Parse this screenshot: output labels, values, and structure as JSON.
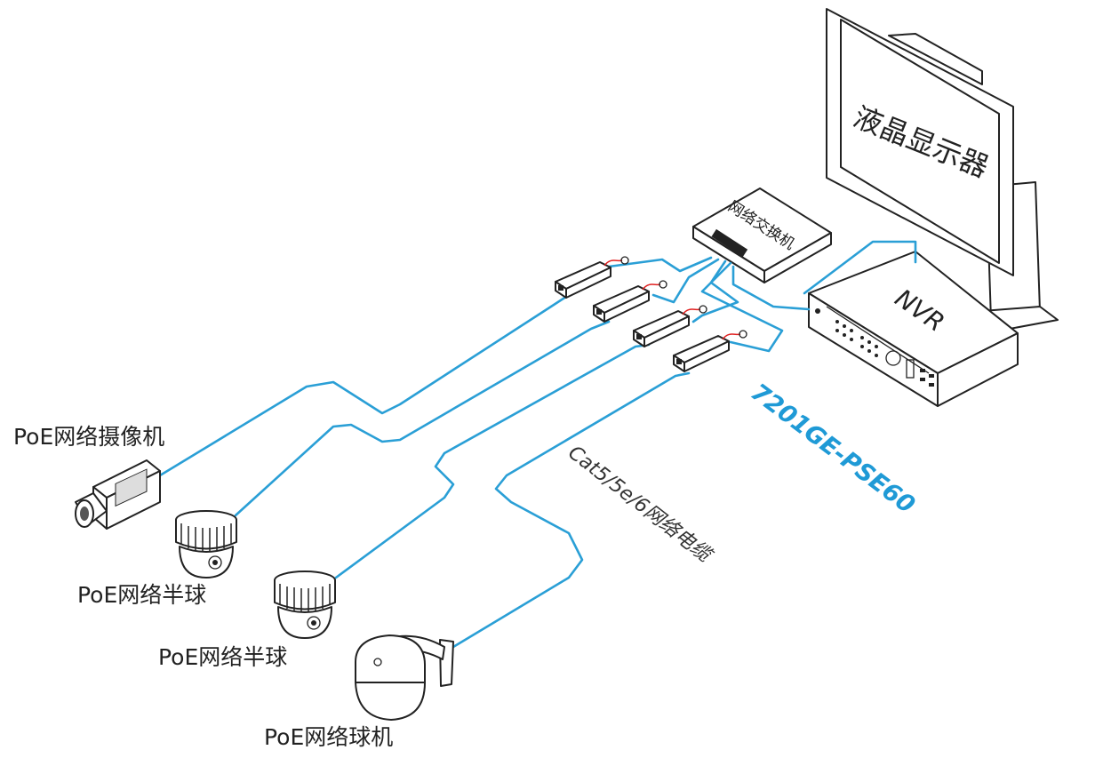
{
  "colors": {
    "cable": "#2a9fd6",
    "model": "#1f9ad6",
    "line": "#222222",
    "power_wire": "#e02020"
  },
  "monitor": {
    "label": "液晶显示器"
  },
  "switch": {
    "label": "网络交换机"
  },
  "nvr": {
    "label": "NVR"
  },
  "model": {
    "label": "7201GE-PSE60"
  },
  "cable_label": "Cat5/5e/6网络电缆",
  "devices": [
    {
      "label": "PoE网络摄像机",
      "icon": "box-camera-icon"
    },
    {
      "label": "PoE网络半球",
      "icon": "dome-camera-icon"
    },
    {
      "label": "PoE网络半球",
      "icon": "dome-camera-icon"
    },
    {
      "label": "PoE网络球机",
      "icon": "ptz-camera-icon"
    }
  ],
  "injectors": {
    "count": 4,
    "icon": "poe-injector-icon"
  }
}
